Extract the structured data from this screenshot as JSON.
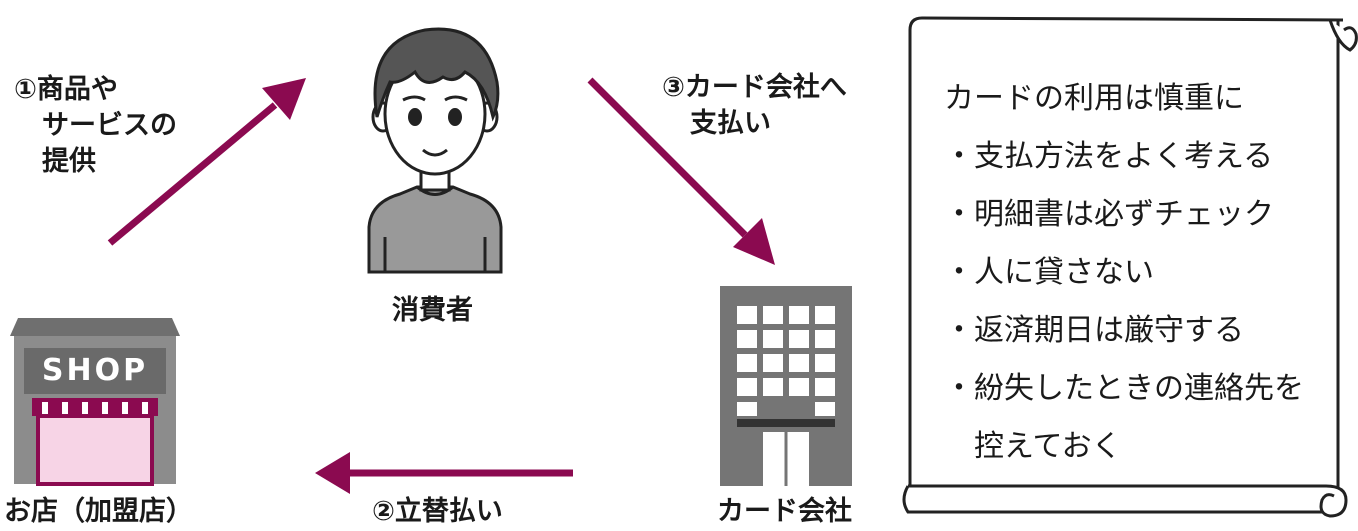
{
  "labels": {
    "step1": [
      "①商品や",
      "サービスの",
      "提供"
    ],
    "step2": "②立替払い",
    "step3": [
      "③カード会社へ",
      "支払い"
    ],
    "consumer": "消費者",
    "shop": "お店（加盟店）",
    "card_company": "カード会社",
    "shop_sign": "SHOP"
  },
  "scroll": {
    "title": "カードの利用は慎重に",
    "items": [
      "・支払方法をよく考える",
      "・明細書は必ずチェック",
      "・人に貸さない",
      "・返済期日は厳守する",
      "・紛失したときの連絡先を",
      "　控えておく"
    ]
  },
  "colors": {
    "arrow": "#8b0a50",
    "shop_awning": "#8b0a50",
    "shop_door": "#f7d4e6",
    "shop_wall": "#8c8c8c",
    "building": "#757575"
  }
}
